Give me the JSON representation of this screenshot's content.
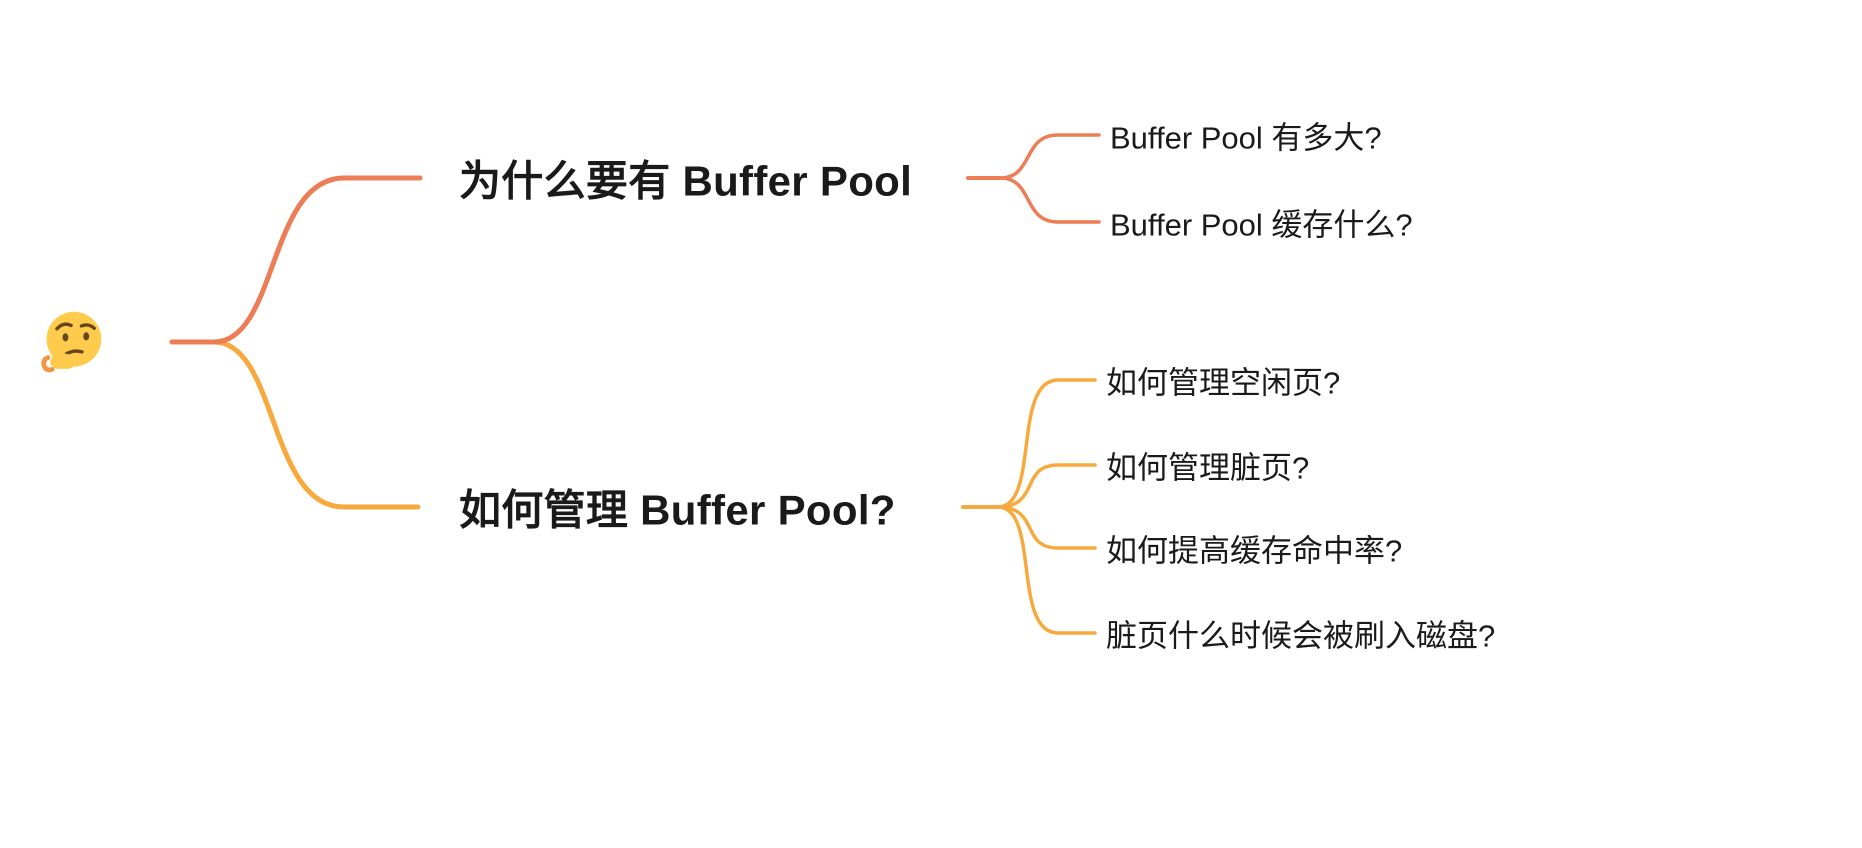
{
  "title": "Buffer Pool mind map",
  "root": {
    "icon": "thinking-face-emoji"
  },
  "colors": {
    "background": "#FFFFFF",
    "text": "#1A1A1A",
    "branch_top": "#ED7D57",
    "branch_bottom": "#F8A93E"
  },
  "branches": [
    {
      "label": "为什么要有 Buffer Pool",
      "children": [
        {
          "label": "Buffer Pool 有多大?"
        },
        {
          "label": "Buffer Pool 缓存什么?"
        }
      ]
    },
    {
      "label": "如何管理 Buffer Pool?",
      "children": [
        {
          "label": "如何管理空闲页?"
        },
        {
          "label": "如何管理脏页?"
        },
        {
          "label": "如何提高缓存命中率?"
        },
        {
          "label": "脏页什么时候会被刷入磁盘?"
        }
      ]
    }
  ]
}
